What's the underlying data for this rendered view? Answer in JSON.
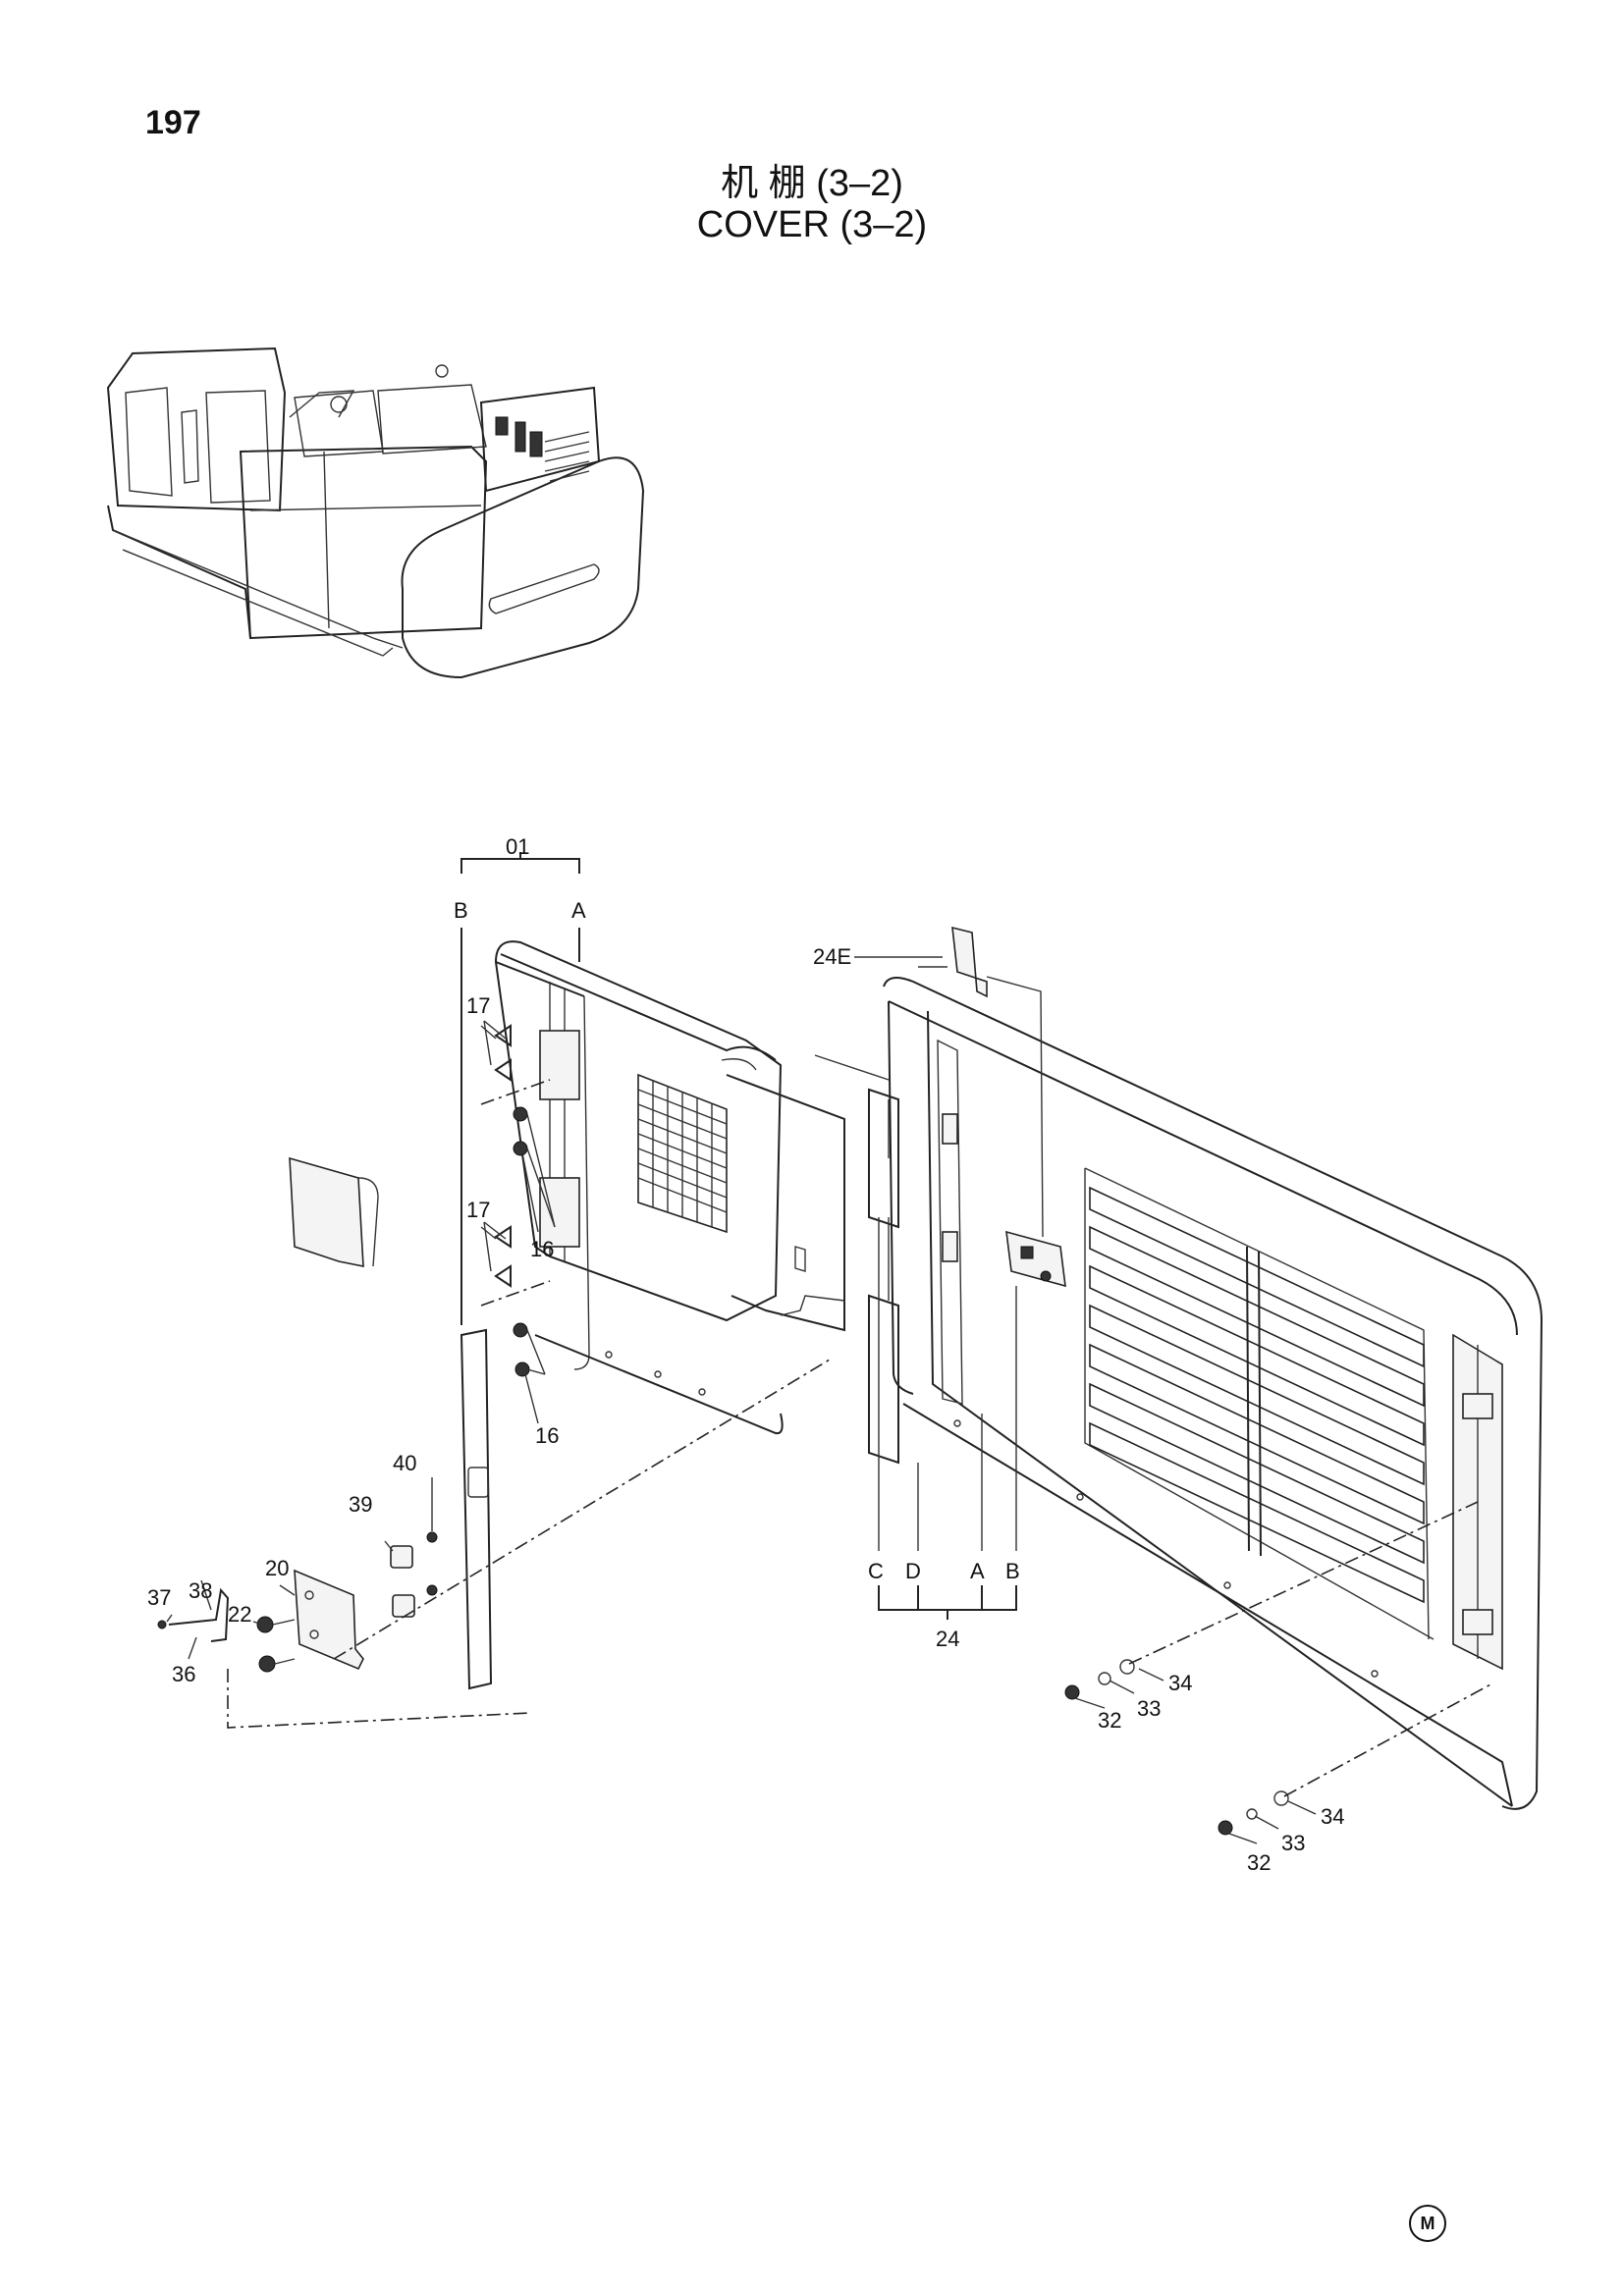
{
  "header": {
    "page_number": "197",
    "title_cn": "机 棚 (3–2)",
    "title_en": "COVER (3–2)"
  },
  "footer": {
    "mark": "M"
  },
  "callouts": {
    "c01": "01",
    "left_B": "B",
    "left_A": "A",
    "c17a": "17",
    "c17b": "17",
    "c16a": "16",
    "c16b": "16",
    "c40": "40",
    "c39": "39",
    "c37": "37",
    "c38": "38",
    "c20": "20",
    "c22": "22",
    "c36": "36",
    "c24E": "24E",
    "bot_C": "C",
    "bot_D": "D",
    "bot_A": "A",
    "bot_B": "B",
    "c24": "24",
    "c34a": "34",
    "c33a": "33",
    "c32a": "32",
    "c34b": "34",
    "c33b": "33",
    "c32b": "32"
  }
}
